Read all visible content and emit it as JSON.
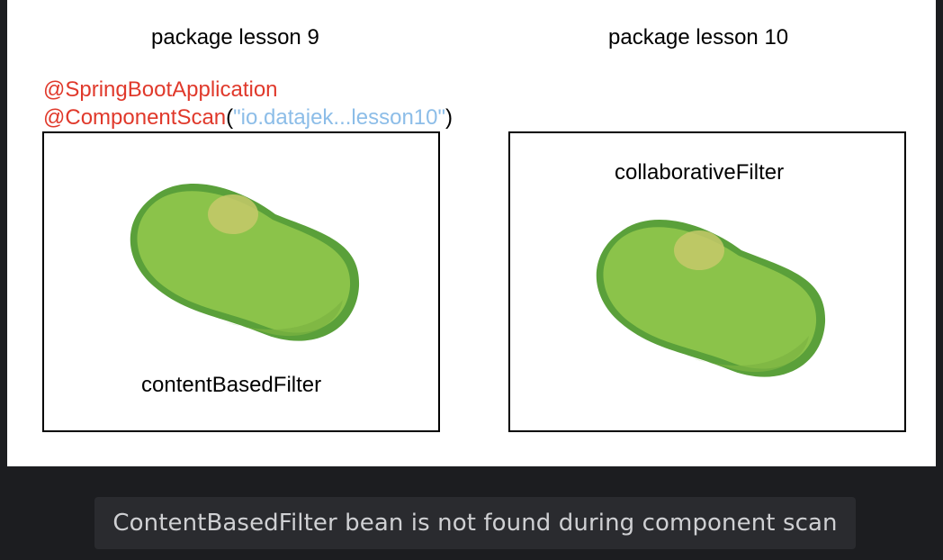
{
  "packages": {
    "left_title": "package lesson 9",
    "right_title": "package lesson 10"
  },
  "annotations": {
    "line1": "@SpringBootApplication",
    "line2_prefix": "@ComponentScan",
    "line2_open": "(",
    "line2_arg": "\"io.datajek...lesson10\"",
    "line2_close": ")"
  },
  "beans": {
    "left_label": "contentBasedFilter",
    "right_label": "collaborativeFilter"
  },
  "caption": {
    "text": "ContentBasedFilter bean is not found during component scan"
  },
  "colors": {
    "annotation_red": "#e0392b",
    "annotation_string_blue": "#8cbde8",
    "bean_green": "#8bc34a",
    "bean_dark_green": "#5aa03a",
    "bean_highlight": "#c5c96a"
  }
}
